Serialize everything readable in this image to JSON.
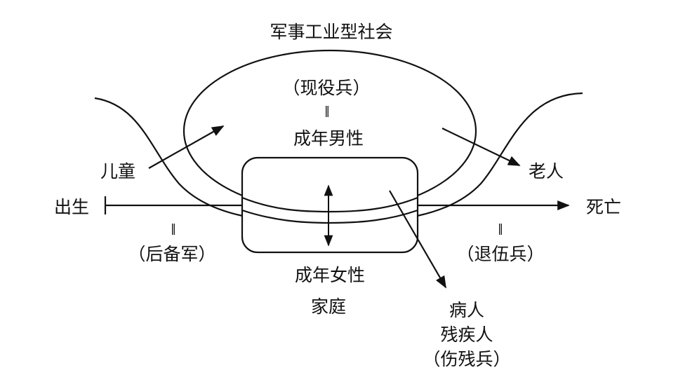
{
  "title": "军事工业型社会",
  "ellipse": {
    "role": "（现役兵）",
    "eq": "‖",
    "label": "成年男性"
  },
  "children": "儿童",
  "elderly": "老人",
  "birth": "出生",
  "death": "死亡",
  "reserve": {
    "eq": "‖",
    "label": "（后备军）"
  },
  "veterans": {
    "eq": "‖",
    "label": "（退伍兵）"
  },
  "women": {
    "label": "成年女性",
    "family": "家庭"
  },
  "sick": {
    "line1": "病人",
    "line2": "残疾人",
    "line3": "（伤残兵）"
  }
}
